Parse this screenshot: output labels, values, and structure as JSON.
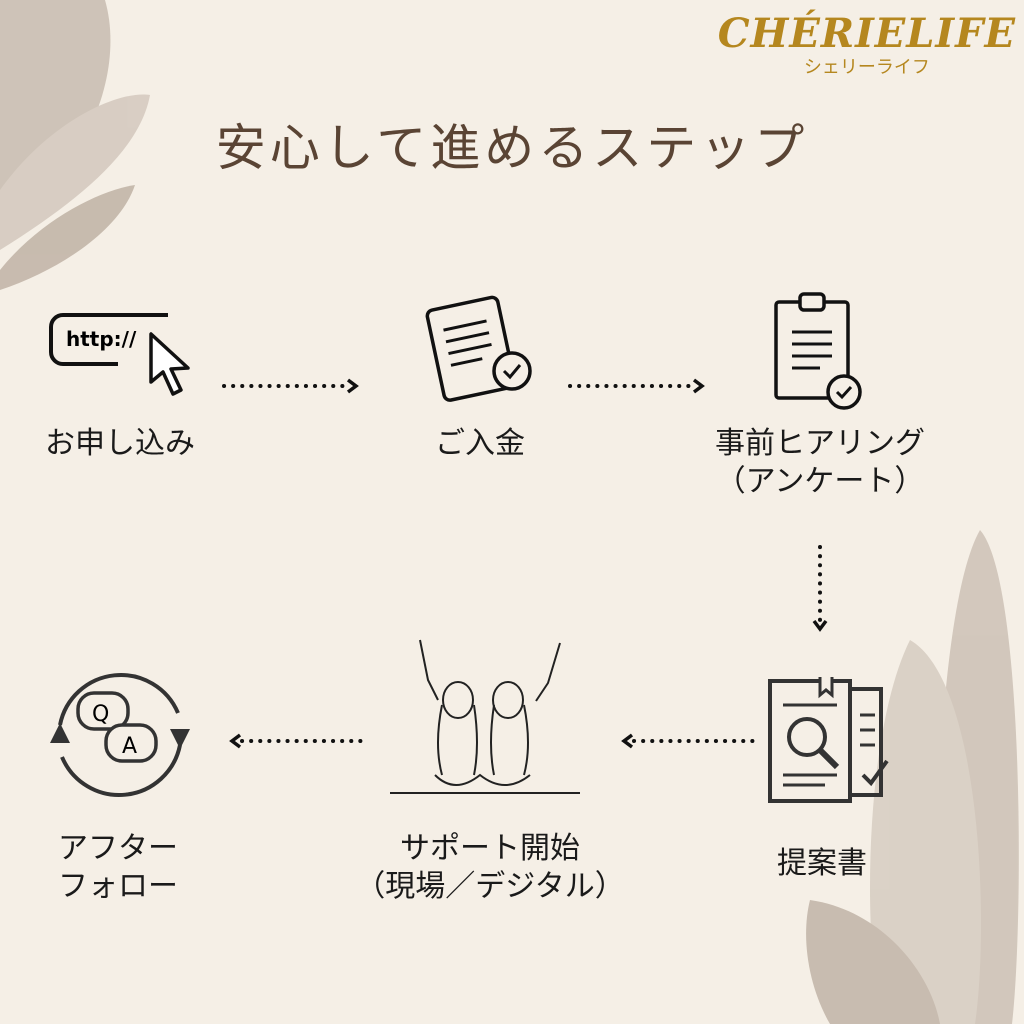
{
  "logo": {
    "en": "CHÉRIELIFE",
    "jp": "シェリーライフ"
  },
  "title": "安心して進めるステップ",
  "steps": [
    {
      "label": "お申し込み",
      "icon": "url-cursor-icon",
      "icon_text": "http://"
    },
    {
      "label": "ご入金",
      "icon": "document-check-icon"
    },
    {
      "label": "事前ヒアリング",
      "label2": "（アンケート）",
      "icon": "clipboard-check-icon"
    },
    {
      "label": "提案書",
      "icon": "document-search-icon"
    },
    {
      "label": "サポート開始",
      "label2": "（現場／デジタル）",
      "icon": "cheering-friends-icon"
    },
    {
      "label": "アフター",
      "label2": "フォロー",
      "icon": "qa-cycle-icon",
      "q": "Q",
      "a": "A"
    }
  ],
  "colors": {
    "background": "#f5efe6",
    "title": "#5a4434",
    "logo": "#b5871f",
    "leaf": "#c8bcb0"
  }
}
